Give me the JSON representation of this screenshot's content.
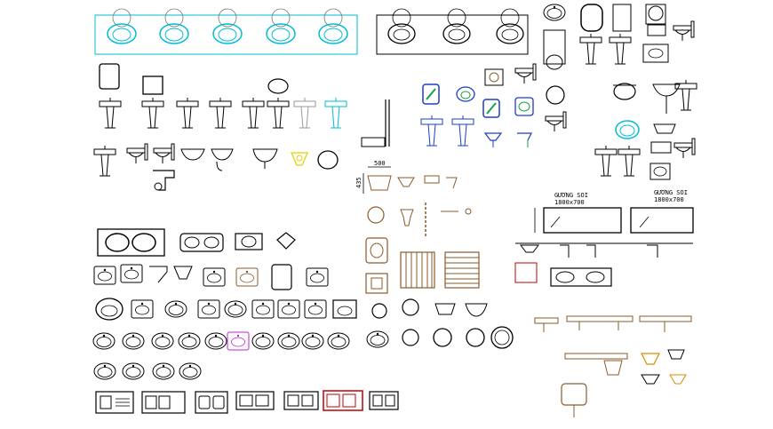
{
  "labels": {
    "dim_width": "500",
    "dim_height": "435",
    "mirror_1_name": "GƯƠNG SOI",
    "mirror_1_size": "1800x700",
    "mirror_2_name": "GƯƠNG SOI",
    "mirror_2_size": "1800x700"
  },
  "colors": {
    "line": "#000000",
    "cyan": "#00bcd4",
    "blue": "#1e3cc8",
    "green": "#16a34a",
    "brown": "#8b5a2b",
    "gray": "#9a9a9a",
    "yellow": "#e0d000",
    "magenta": "#c026d3",
    "red": "#c00000",
    "orange": "#d98c00"
  }
}
